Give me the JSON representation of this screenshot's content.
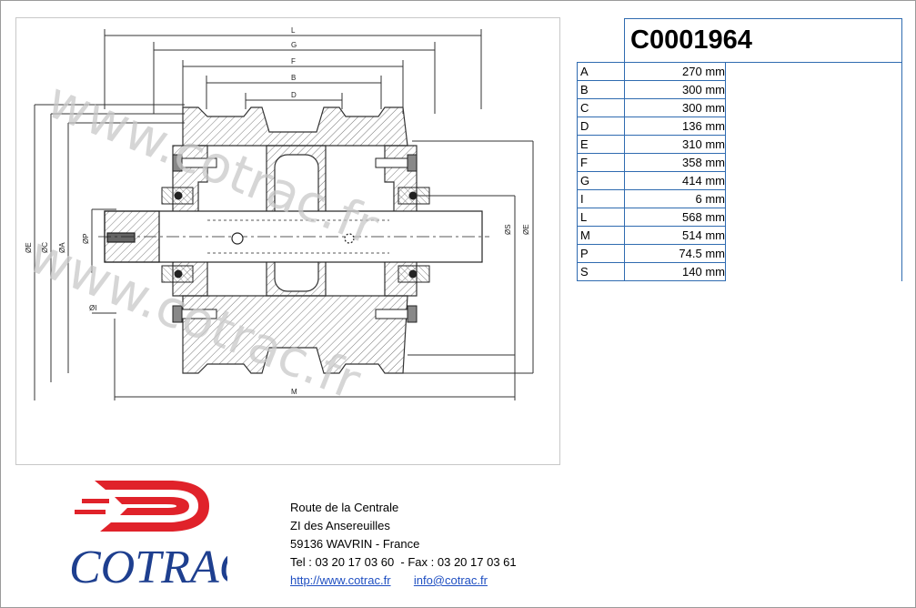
{
  "product": {
    "code": "C0001964"
  },
  "dimensions": [
    {
      "label": "A",
      "value": "270 mm"
    },
    {
      "label": "B",
      "value": "300 mm"
    },
    {
      "label": "C",
      "value": "300 mm"
    },
    {
      "label": "D",
      "value": "136 mm"
    },
    {
      "label": "E",
      "value": "310 mm"
    },
    {
      "label": "F",
      "value": "358 mm"
    },
    {
      "label": "G",
      "value": "414 mm"
    },
    {
      "label": "I",
      "value": "6 mm"
    },
    {
      "label": "L",
      "value": "568 mm"
    },
    {
      "label": "M",
      "value": "514 mm"
    },
    {
      "label": "P",
      "value": "74.5 mm"
    },
    {
      "label": "S",
      "value": "140 mm"
    }
  ],
  "drawing": {
    "dim_letters": {
      "L": "L",
      "G": "G",
      "F": "F",
      "B": "B",
      "D": "D",
      "M": "M",
      "I": "ØI",
      "P": "ØP",
      "A": "ØA",
      "C": "ØC",
      "E": "ØE",
      "S": "ØS"
    },
    "watermark": "www.cotrac.fr"
  },
  "company": {
    "logo_text": "COTRAC",
    "address_1": "Route de la Centrale",
    "address_2": "ZI des Ansereuilles",
    "address_3": "59136 WAVRIN - France",
    "phone_line": "Tel : 03 20 17 03 60  - Fax : 03 20 17 03 61",
    "website": "http://www.cotrac.fr",
    "email": "info@cotrac.fr"
  },
  "colors": {
    "logo_red": "#e0222a",
    "logo_blue": "#1e3f8f",
    "table_border": "#2f6bb0",
    "link": "#1f4fc2"
  }
}
